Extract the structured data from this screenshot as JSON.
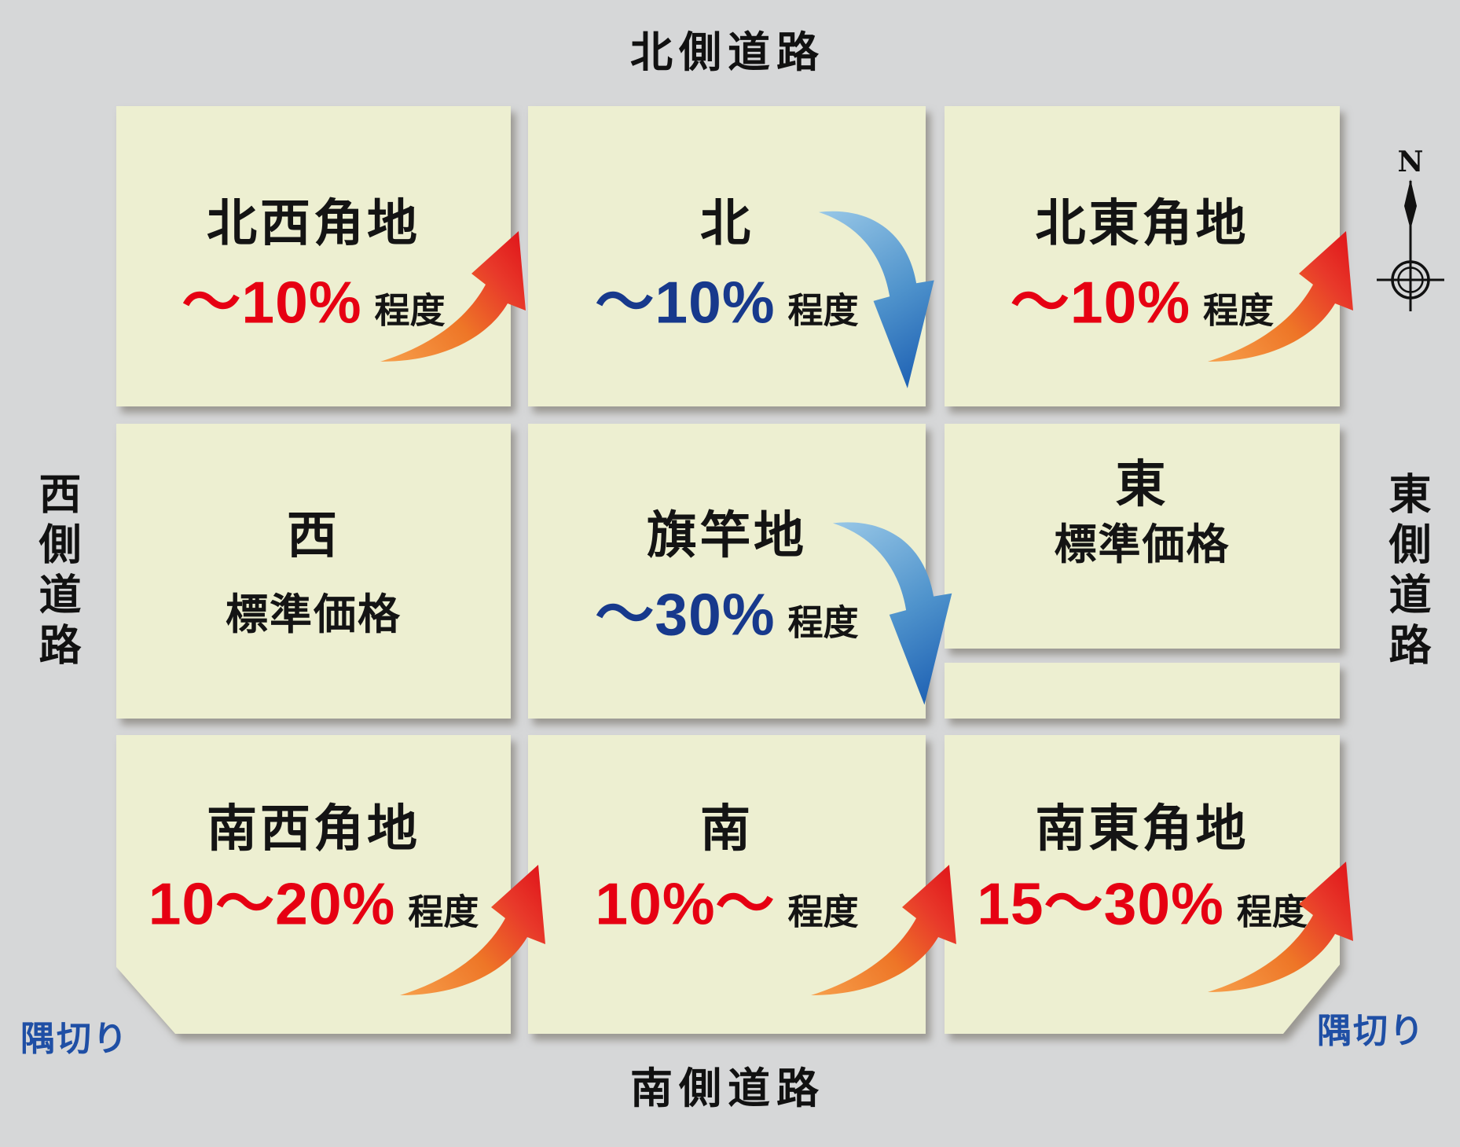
{
  "roads": {
    "north": "北側道路",
    "south": "南側道路",
    "west": "西側道路",
    "east": "東側道路"
  },
  "compass": {
    "north_label": "N"
  },
  "corner_cuts": {
    "southwest_label": "隅切り",
    "southeast_label": "隅切り"
  },
  "parcels": {
    "northwest": {
      "title": "北西角地",
      "value": "～10%",
      "value_suffix": "程度",
      "direction": "up"
    },
    "north": {
      "title": "北",
      "value": "～10%",
      "value_suffix": "程度",
      "direction": "down"
    },
    "northeast": {
      "title": "北東角地",
      "value": "～10%",
      "value_suffix": "程度",
      "direction": "up"
    },
    "west": {
      "title": "西",
      "price_label": "標準価格"
    },
    "flagpole": {
      "title": "旗竿地",
      "value": "～30%",
      "value_suffix": "程度",
      "direction": "down"
    },
    "east": {
      "title": "東",
      "price_label": "標準価格"
    },
    "southwest": {
      "title": "南西角地",
      "value": "10～20%",
      "value_suffix": "程度",
      "direction": "up"
    },
    "south": {
      "title": "南",
      "value": "10%～",
      "value_suffix": "程度",
      "direction": "up"
    },
    "southeast": {
      "title": "南東角地",
      "value": "15～30%",
      "value_suffix": "程度",
      "direction": "up"
    }
  },
  "colors": {
    "background": "#d6d7d8",
    "parcel_fill": "#edefd1",
    "increase_value": "#e60012",
    "decrease_value": "#17398c",
    "corner_cut_label": "#1f4fa5",
    "text": "#141414",
    "arrow_up_tail": "#f5a04c",
    "arrow_up_head": "#df1118",
    "arrow_down_tail": "#9ccae8",
    "arrow_down_head": "#1b5eb2"
  }
}
